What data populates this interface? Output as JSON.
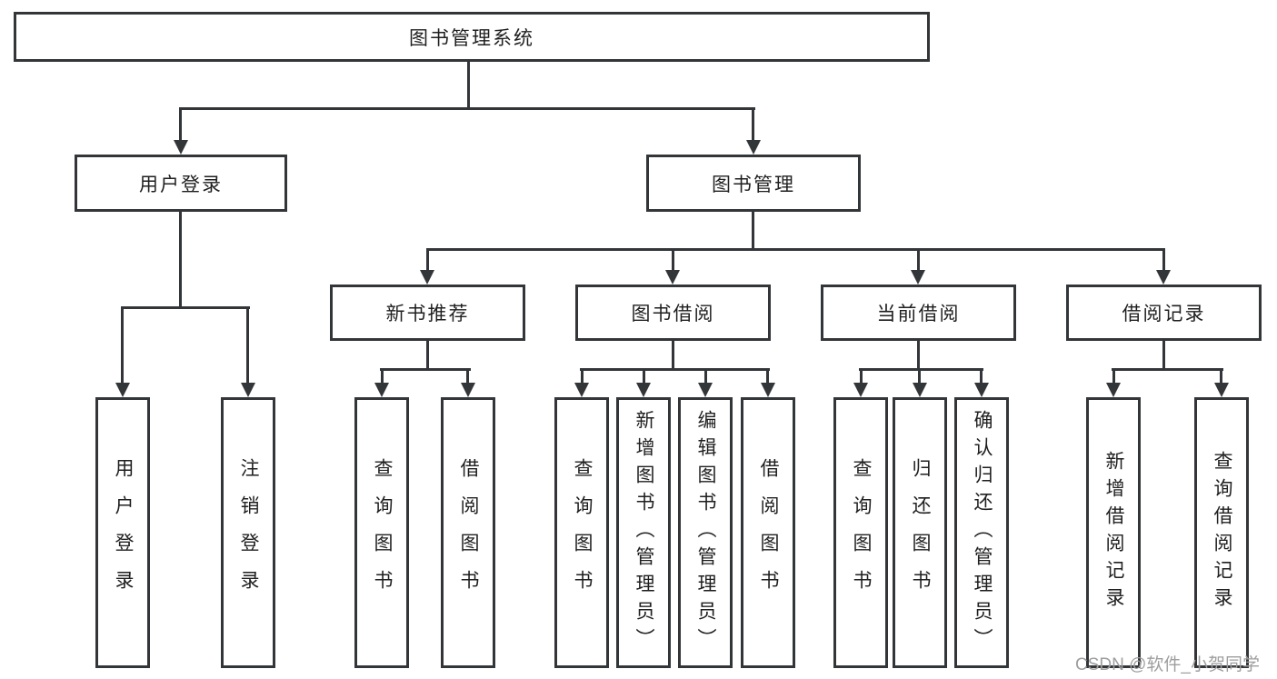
{
  "tree": {
    "root": {
      "label": "图书管理系统"
    },
    "branches": [
      {
        "label": "用户登录",
        "children": [
          {
            "label": "用户登录"
          },
          {
            "label": "注销登录"
          }
        ]
      },
      {
        "label": "图书管理",
        "children": [
          {
            "label": "新书推荐",
            "children": [
              {
                "label": "查询图书"
              },
              {
                "label": "借阅图书"
              }
            ]
          },
          {
            "label": "图书借阅",
            "children": [
              {
                "label": "查询图书"
              },
              {
                "label": "新增图书（管理员）"
              },
              {
                "label": "编辑图书（管理员）"
              },
              {
                "label": "借阅图书"
              }
            ]
          },
          {
            "label": "当前借阅",
            "children": [
              {
                "label": "查询图书"
              },
              {
                "label": "归还图书"
              },
              {
                "label": "确认归还（管理员）"
              }
            ]
          },
          {
            "label": "借阅记录",
            "children": [
              {
                "label": "新增借阅记录"
              },
              {
                "label": "查询借阅记录"
              }
            ]
          }
        ]
      }
    ]
  },
  "watermark": {
    "text": "CSDN @软件_小贺同学"
  },
  "colors": {
    "line": "#333639",
    "text": "#1f1f1f",
    "watermark": "#9e9e9e",
    "background": "#ffffff"
  }
}
